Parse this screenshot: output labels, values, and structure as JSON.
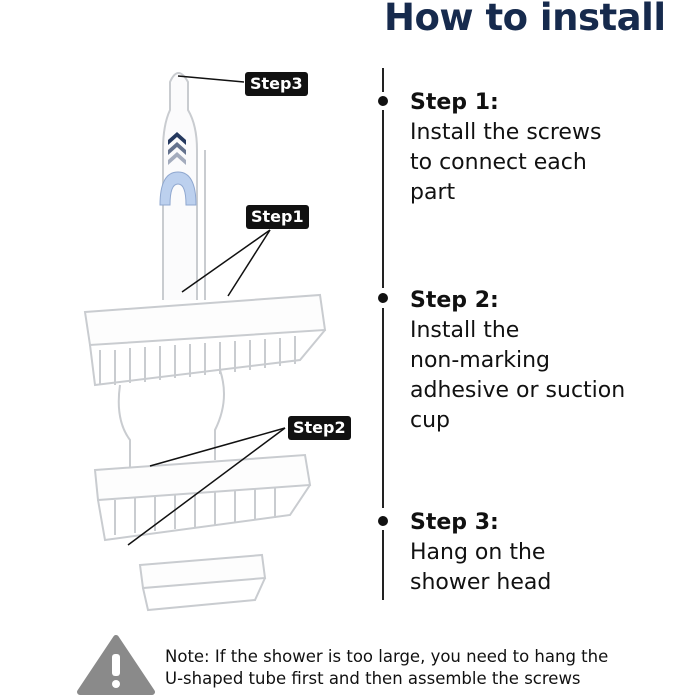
{
  "title": "How to install",
  "steps": [
    {
      "heading": "Step 1:",
      "lines": [
        "Install the screws",
        "to connect each",
        "part"
      ]
    },
    {
      "heading": "Step 2:",
      "lines": [
        "Install the",
        "non-marking",
        "adhesive or suction",
        "cup"
      ]
    },
    {
      "heading": "Step 3:",
      "lines": [
        "Hang on the",
        "shower head"
      ]
    }
  ],
  "callouts": {
    "step1": "Step1",
    "step2": "Step2",
    "step3": "Step3"
  },
  "note": {
    "line1": "Note: If the shower is too large, you need to hang the",
    "line2": "U-shaped tube first and then assemble the screws",
    "icon": "warning-icon"
  },
  "colors": {
    "title": "#162a4d",
    "warning": "#8a8a8a"
  }
}
